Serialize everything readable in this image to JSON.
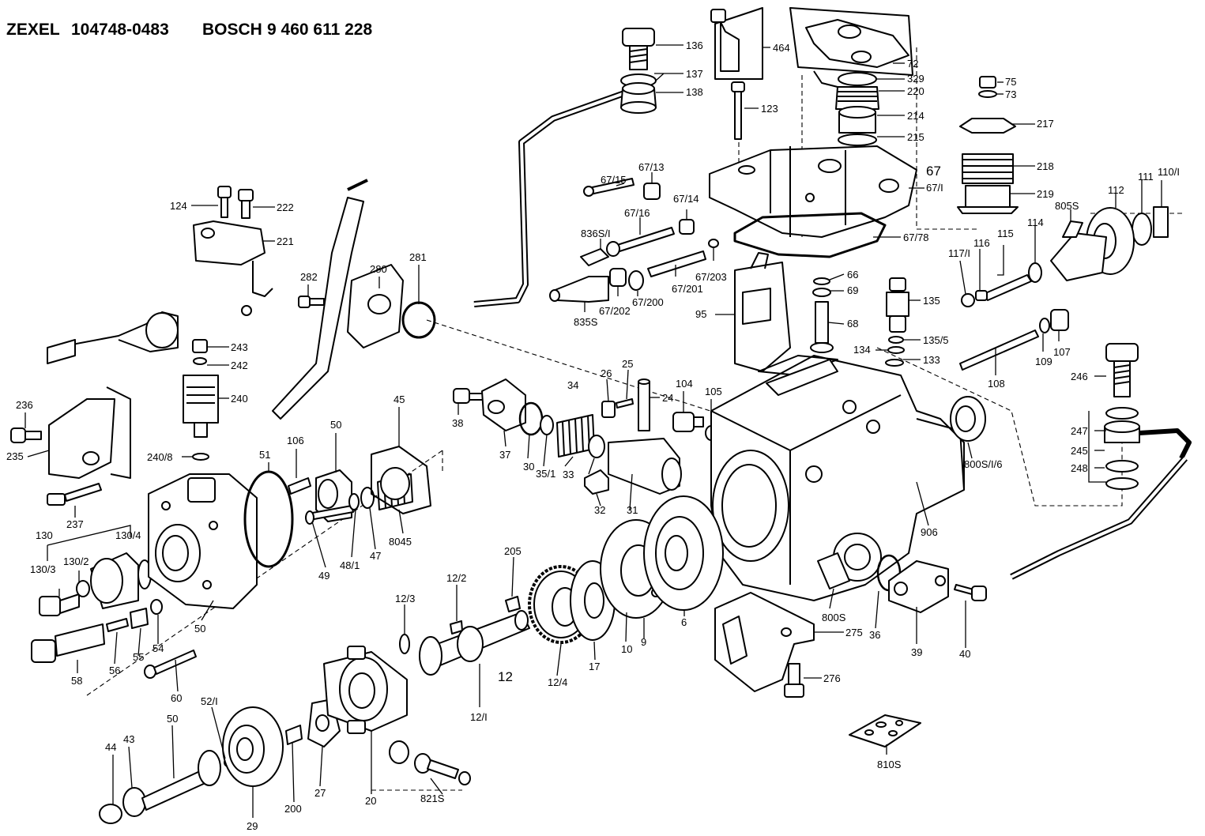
{
  "header": {
    "brand1": "ZEXEL",
    "part1": "104748-0483",
    "brand2": "BOSCH",
    "part2": "9 460 611 228"
  },
  "labels": [
    {
      "id": "l136",
      "text": "136"
    },
    {
      "id": "l137",
      "text": "137"
    },
    {
      "id": "l138",
      "text": "138"
    },
    {
      "id": "l464",
      "text": "464"
    },
    {
      "id": "l72",
      "text": "72"
    },
    {
      "id": "l329",
      "text": "329"
    },
    {
      "id": "l220",
      "text": "220"
    },
    {
      "id": "l214",
      "text": "214"
    },
    {
      "id": "l215",
      "text": "215"
    },
    {
      "id": "l67",
      "text": "67"
    },
    {
      "id": "l67_1",
      "text": "67/I"
    },
    {
      "id": "l67_78",
      "text": "67/78"
    },
    {
      "id": "l123",
      "text": "123"
    },
    {
      "id": "l75",
      "text": "75"
    },
    {
      "id": "l73",
      "text": "73"
    },
    {
      "id": "l217",
      "text": "217"
    },
    {
      "id": "l218",
      "text": "218"
    },
    {
      "id": "l219",
      "text": "219"
    },
    {
      "id": "l110_1",
      "text": "110/I"
    },
    {
      "id": "l111",
      "text": "111"
    },
    {
      "id": "l112",
      "text": "112"
    },
    {
      "id": "l805s",
      "text": "805S"
    },
    {
      "id": "l114",
      "text": "114"
    },
    {
      "id": "l115",
      "text": "115"
    },
    {
      "id": "l116",
      "text": "116"
    },
    {
      "id": "l117_1",
      "text": "117/I"
    },
    {
      "id": "l67_15",
      "text": "67/15"
    },
    {
      "id": "l67_13",
      "text": "67/13"
    },
    {
      "id": "l67_14",
      "text": "67/14"
    },
    {
      "id": "l67_16",
      "text": "67/16"
    },
    {
      "id": "l836s_1",
      "text": "836S/I"
    },
    {
      "id": "l67_203",
      "text": "67/203"
    },
    {
      "id": "l67_201",
      "text": "67/201"
    },
    {
      "id": "l67_200",
      "text": "67/200"
    },
    {
      "id": "l67_202",
      "text": "67/202"
    },
    {
      "id": "l835s",
      "text": "835S"
    },
    {
      "id": "l66",
      "text": "66"
    },
    {
      "id": "l69",
      "text": "69"
    },
    {
      "id": "l68",
      "text": "68"
    },
    {
      "id": "l95",
      "text": "95"
    },
    {
      "id": "l135",
      "text": "135"
    },
    {
      "id": "l135_5",
      "text": "135/5"
    },
    {
      "id": "l134",
      "text": "134"
    },
    {
      "id": "l133",
      "text": "133"
    },
    {
      "id": "l108",
      "text": "108"
    },
    {
      "id": "l109",
      "text": "109"
    },
    {
      "id": "l107",
      "text": "107"
    },
    {
      "id": "l246",
      "text": "246"
    },
    {
      "id": "l247",
      "text": "247"
    },
    {
      "id": "l245",
      "text": "245"
    },
    {
      "id": "l248",
      "text": "248"
    },
    {
      "id": "l124",
      "text": "124"
    },
    {
      "id": "l222",
      "text": "222"
    },
    {
      "id": "l221",
      "text": "221"
    },
    {
      "id": "l282",
      "text": "282"
    },
    {
      "id": "l280",
      "text": "280"
    },
    {
      "id": "l281",
      "text": "281"
    },
    {
      "id": "l243",
      "text": "243"
    },
    {
      "id": "l242",
      "text": "242"
    },
    {
      "id": "l240",
      "text": "240"
    },
    {
      "id": "l240_8",
      "text": "240/8"
    },
    {
      "id": "l236",
      "text": "236"
    },
    {
      "id": "l235",
      "text": "235"
    },
    {
      "id": "l237",
      "text": "237"
    },
    {
      "id": "l130",
      "text": "130"
    },
    {
      "id": "l130_4",
      "text": "130/4"
    },
    {
      "id": "l130_2",
      "text": "130/2"
    },
    {
      "id": "l130_3",
      "text": "130/3"
    },
    {
      "id": "l51",
      "text": "51"
    },
    {
      "id": "l106",
      "text": "106"
    },
    {
      "id": "l50a",
      "text": "50"
    },
    {
      "id": "l45",
      "text": "45"
    },
    {
      "id": "l49",
      "text": "49"
    },
    {
      "id": "l48_1",
      "text": "48/1"
    },
    {
      "id": "l47",
      "text": "47"
    },
    {
      "id": "l8045",
      "text": "8045"
    },
    {
      "id": "l50b",
      "text": "50"
    },
    {
      "id": "l38",
      "text": "38"
    },
    {
      "id": "l37",
      "text": "37"
    },
    {
      "id": "l30",
      "text": "30"
    },
    {
      "id": "l35_1",
      "text": "35/1"
    },
    {
      "id": "l33",
      "text": "33"
    },
    {
      "id": "l34",
      "text": "34"
    },
    {
      "id": "l26",
      "text": "26"
    },
    {
      "id": "l25",
      "text": "25"
    },
    {
      "id": "l24",
      "text": "24"
    },
    {
      "id": "l104",
      "text": "104"
    },
    {
      "id": "l105",
      "text": "105"
    },
    {
      "id": "l32",
      "text": "32"
    },
    {
      "id": "l31",
      "text": "31"
    },
    {
      "id": "l800s_1_6",
      "text": "800S/I/6"
    },
    {
      "id": "l906",
      "text": "906"
    },
    {
      "id": "l58",
      "text": "58"
    },
    {
      "id": "l56",
      "text": "56"
    },
    {
      "id": "l55",
      "text": "55"
    },
    {
      "id": "l54",
      "text": "54"
    },
    {
      "id": "l60",
      "text": "60"
    },
    {
      "id": "l205",
      "text": "205"
    },
    {
      "id": "l12_2",
      "text": "12/2"
    },
    {
      "id": "l12_3",
      "text": "12/3"
    },
    {
      "id": "l12",
      "text": "12"
    },
    {
      "id": "l12_1",
      "text": "12/I"
    },
    {
      "id": "l12_4",
      "text": "12/4"
    },
    {
      "id": "l17",
      "text": "17"
    },
    {
      "id": "l10",
      "text": "10"
    },
    {
      "id": "l9",
      "text": "9"
    },
    {
      "id": "l6",
      "text": "6"
    },
    {
      "id": "l800s",
      "text": "800S"
    },
    {
      "id": "l275",
      "text": "275"
    },
    {
      "id": "l276",
      "text": "276"
    },
    {
      "id": "l36",
      "text": "36"
    },
    {
      "id": "l39",
      "text": "39"
    },
    {
      "id": "l40",
      "text": "40"
    },
    {
      "id": "l810s",
      "text": "810S"
    },
    {
      "id": "l44",
      "text": "44"
    },
    {
      "id": "l43",
      "text": "43"
    },
    {
      "id": "l50c",
      "text": "50"
    },
    {
      "id": "l52_1",
      "text": "52/I"
    },
    {
      "id": "l29",
      "text": "29"
    },
    {
      "id": "l200",
      "text": "200"
    },
    {
      "id": "l27",
      "text": "27"
    },
    {
      "id": "l20",
      "text": "20"
    },
    {
      "id": "l821s",
      "text": "821S"
    }
  ]
}
